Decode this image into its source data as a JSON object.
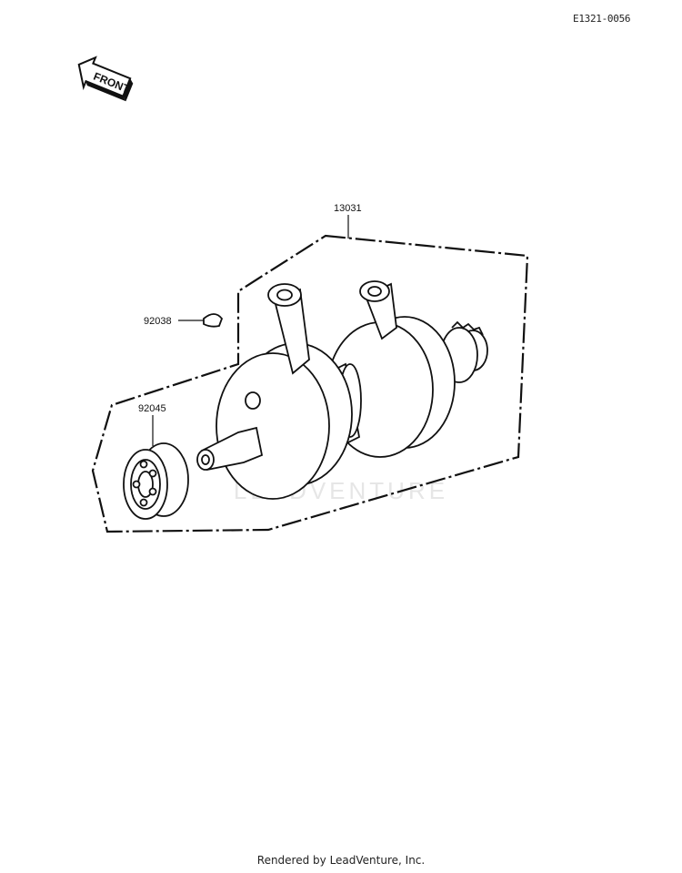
{
  "diagram_code": "E1321-0056",
  "front_label": "FRONT",
  "watermark": "LEADVENTURE",
  "parts": {
    "crankshaft": "13031",
    "key": "92038",
    "bearing": "92045"
  },
  "footer": "Rendered by LeadVenture, Inc."
}
